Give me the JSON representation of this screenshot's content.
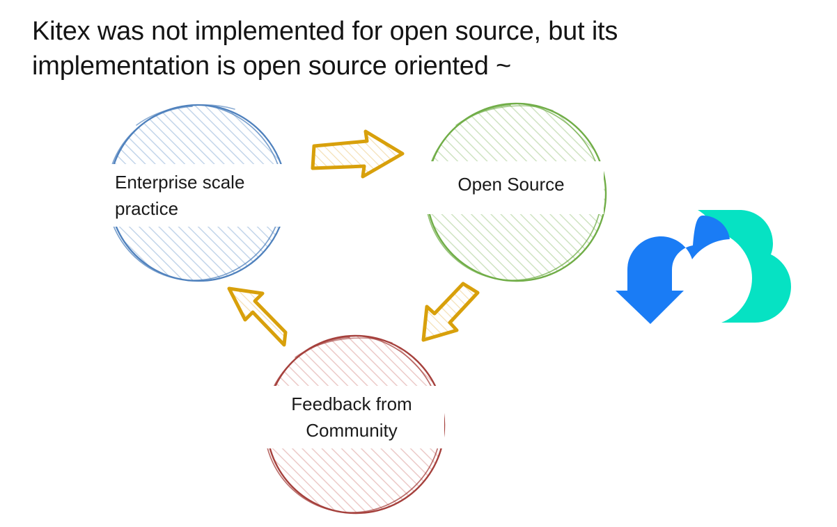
{
  "slide": {
    "background_color": "#ffffff",
    "title": "Kitex was not implemented for open source, but its\nimplementation is open source oriented ~",
    "title_color": "#141414"
  },
  "diagram": {
    "type": "cycle",
    "nodes": [
      {
        "id": "enterprise",
        "label": "Enterprise scale\npractice",
        "shape": "sketch-circle",
        "stroke_color": "#4f81bd",
        "fill_color": "#eaf0f8",
        "position": "top-left"
      },
      {
        "id": "open-source",
        "label": "Open Source",
        "shape": "sketch-circle",
        "stroke_color": "#70ad47",
        "fill_color": "#eef5e9",
        "position": "top-right"
      },
      {
        "id": "feedback",
        "label": "Feedback from\nCommunity",
        "shape": "sketch-circle",
        "stroke_color": "#a5403c",
        "fill_color": "#fbeeee",
        "position": "bottom-center"
      }
    ],
    "arrows": [
      {
        "id": "arrow-to-open-source",
        "from": "enterprise",
        "to": "open-source",
        "direction": "right",
        "color": "#d8a00b"
      },
      {
        "id": "arrow-to-feedback",
        "from": "open-source",
        "to": "feedback",
        "direction": "down-left",
        "color": "#d8a00b"
      },
      {
        "id": "arrow-to-enterprise",
        "from": "feedback",
        "to": "enterprise",
        "direction": "up-left",
        "color": "#d8a00b"
      }
    ]
  },
  "logo": {
    "name": "cloudwego-logo",
    "arrow_color": "#1a7cf5",
    "cloud_color": "#06e2c3"
  }
}
